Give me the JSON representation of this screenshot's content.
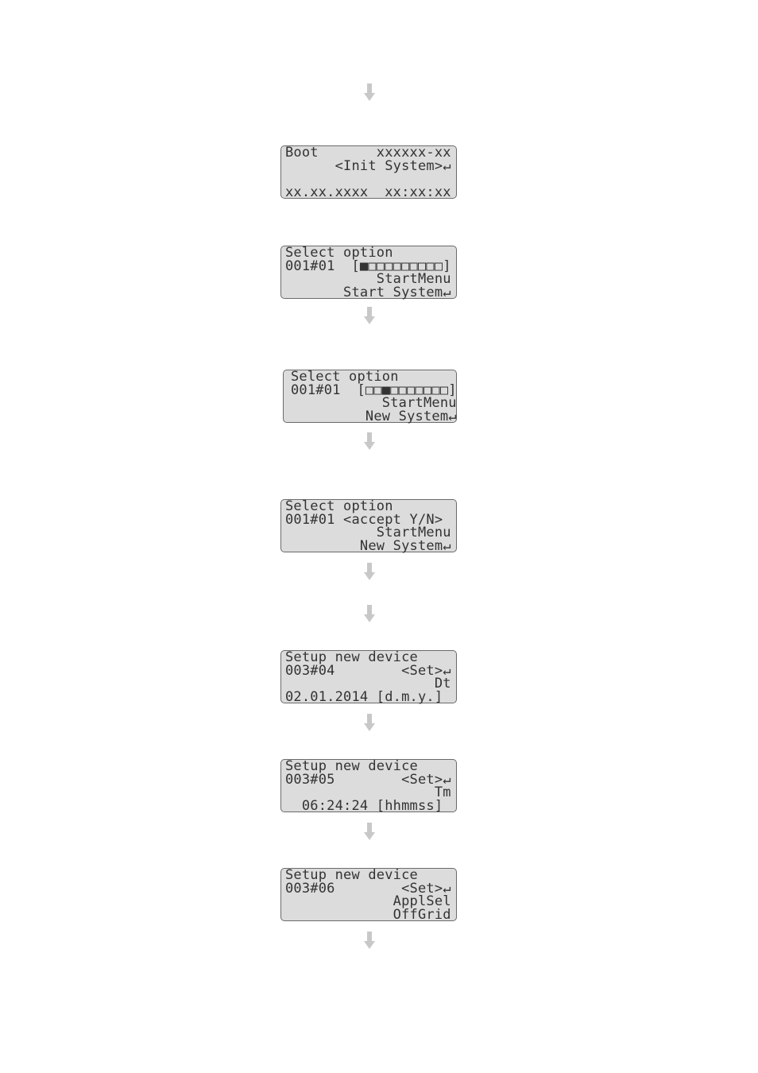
{
  "displays": [
    {
      "lines": [
        "Boot       xxxxxx-xx",
        "      <Init System>↵",
        "",
        "xx.xx.xxxx  xx:xx:xx"
      ]
    },
    {
      "lines": [
        "Select option",
        "001#01  [■□□□□□□□□□]",
        "           StartMenu",
        "       Start System↵"
      ]
    },
    {
      "lines": [
        "Select option",
        "001#01  [□□■□□□□□□□]",
        "           StartMenu",
        "         New System↵"
      ]
    },
    {
      "lines": [
        "Select option",
        "001#01 <accept Y/N>",
        "           StartMenu",
        "         New System↵"
      ]
    },
    {
      "lines": [
        "Setup new device",
        "003#04        <Set>↵",
        "                  Dt",
        "02.01.2014 [d.m.y.]"
      ]
    },
    {
      "lines": [
        "Setup new device",
        "003#05        <Set>↵",
        "                  Tm",
        "  06:24:24 [hhmmss]"
      ]
    },
    {
      "lines": [
        "Setup new device",
        "003#06        <Set>↵",
        "             ApplSel",
        "             OffGrid"
      ]
    }
  ]
}
